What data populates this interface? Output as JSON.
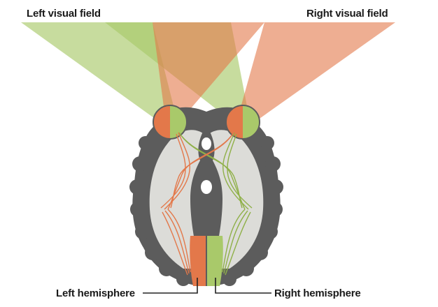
{
  "labels": {
    "left_visual_field": "Left visual field",
    "right_visual_field": "Right visual field",
    "left_hemisphere": "Left hemisphere",
    "right_hemisphere": "Right hemisphere"
  },
  "colors": {
    "left_field": "#a9c96a",
    "right_field": "#e3784a",
    "brain_outer": "#5c5c5c",
    "brain_inner": "#dcdcd8",
    "leader_line": "#222222"
  }
}
